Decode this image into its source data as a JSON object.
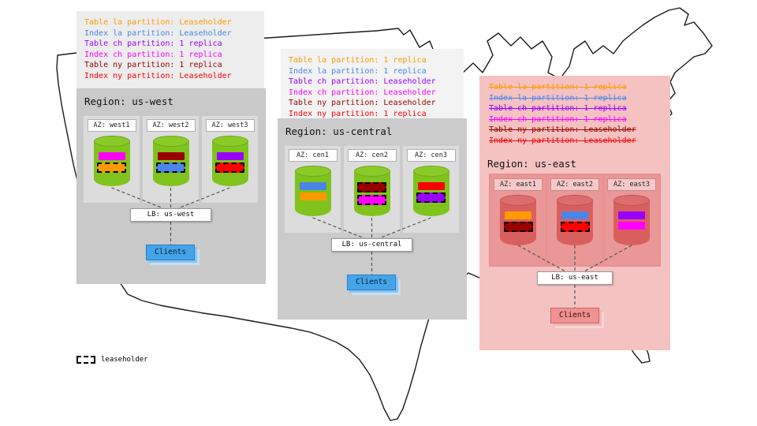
{
  "map": {
    "name": "united-states-outline"
  },
  "colors": {
    "orange": "#ff9900",
    "blue": "#4a86e8",
    "purple": "#9900ff",
    "magenta": "#ff00ff",
    "darkred": "#990000",
    "red": "#ff0000",
    "region_gray": "#c9c9c9",
    "az_gray": "#dcdcdc",
    "cylinder_green": "#7fc31c",
    "region_pink": "#f5c2c2",
    "az_pink": "#ea9797",
    "cylinder_red": "#d95f5f",
    "clients_blue": "#45a3e8",
    "clients_pink": "#ef9292"
  },
  "legend_boxes": {
    "us_west": {
      "lines": [
        {
          "text": "Table la partition: Leaseholder",
          "cls": "c-orange"
        },
        {
          "text": "Index la partition: Leaseholder",
          "cls": "c-blue"
        },
        {
          "text": "Table ch partition: 1 replica",
          "cls": "c-purple"
        },
        {
          "text": "Index ch partition: 1 replica",
          "cls": "c-magenta"
        },
        {
          "text": "Table ny partition: 1 replica",
          "cls": "c-darkred"
        },
        {
          "text": "Index ny partition: Leaseholder",
          "cls": "c-red"
        }
      ]
    },
    "us_central": {
      "lines": [
        {
          "text": "Table la partition: 1 replica",
          "cls": "c-orange"
        },
        {
          "text": "Index la partition: 1 replica",
          "cls": "c-blue"
        },
        {
          "text": "Table ch partition: Leaseholder",
          "cls": "c-purple"
        },
        {
          "text": "Index ch partition: Leaseholder",
          "cls": "c-magenta"
        },
        {
          "text": "Table ny partition: Leaseholder",
          "cls": "c-darkred"
        },
        {
          "text": "Index ny partition: 1 replica",
          "cls": "c-red"
        }
      ]
    },
    "us_east": {
      "lines": [
        {
          "text": "Table la partition: 1 replica",
          "cls": "c-orange strike"
        },
        {
          "text": "Index la partition: 1 replica",
          "cls": "c-blue strike"
        },
        {
          "text": "Table ch partition: 1 replica",
          "cls": "c-purple strike"
        },
        {
          "text": "Index ch partition: 1 replica",
          "cls": "c-magenta strike"
        },
        {
          "text": "Table ny partition: Leaseholder",
          "cls": "c-darkred strike"
        },
        {
          "text": "Index ny partition: Leaseholder",
          "cls": "c-red strike"
        }
      ]
    }
  },
  "regions": [
    {
      "name": "us-west",
      "title": "Region: us-west",
      "lb": "LB: us-west",
      "clients": "Clients",
      "azs": [
        {
          "label": "AZ: west1",
          "bars": [
            {
              "color": "magenta",
              "leaseholder": false,
              "cls": "b-magenta"
            },
            {
              "color": "orange",
              "leaseholder": true,
              "cls": "b-orange lease"
            }
          ]
        },
        {
          "label": "AZ: west2",
          "bars": [
            {
              "color": "darkred",
              "leaseholder": false,
              "cls": "b-darkred"
            },
            {
              "color": "blue",
              "leaseholder": true,
              "cls": "b-blue lease"
            }
          ]
        },
        {
          "label": "AZ: west3",
          "bars": [
            {
              "color": "purple",
              "leaseholder": false,
              "cls": "b-purple"
            },
            {
              "color": "red",
              "leaseholder": true,
              "cls": "b-red lease"
            }
          ]
        }
      ]
    },
    {
      "name": "us-central",
      "title": "Region: us-central",
      "lb": "LB: us-central",
      "clients": "Clients",
      "azs": [
        {
          "label": "AZ: cen1",
          "bars": [
            {
              "color": "blue",
              "leaseholder": false,
              "cls": "b-blue"
            },
            {
              "color": "orange",
              "leaseholder": false,
              "cls": "b-orange"
            }
          ]
        },
        {
          "label": "AZ: cen2",
          "bars": [
            {
              "color": "darkred",
              "leaseholder": true,
              "cls": "b-darkred lease"
            },
            {
              "color": "magenta",
              "leaseholder": true,
              "cls": "b-magenta lease"
            }
          ]
        },
        {
          "label": "AZ: cen3",
          "bars": [
            {
              "color": "red",
              "leaseholder": false,
              "cls": "b-red"
            },
            {
              "color": "purple",
              "leaseholder": true,
              "cls": "b-purple lease"
            }
          ]
        }
      ]
    },
    {
      "name": "us-east",
      "title": "Region: us-east",
      "lb": "LB: us-east",
      "clients": "Clients",
      "azs": [
        {
          "label": "AZ: east1",
          "bars": [
            {
              "color": "orange",
              "leaseholder": false,
              "cls": "b-orange"
            },
            {
              "color": "darkred",
              "leaseholder": true,
              "cls": "b-darkred lease"
            }
          ]
        },
        {
          "label": "AZ: east2",
          "bars": [
            {
              "color": "blue",
              "leaseholder": false,
              "cls": "b-blue"
            },
            {
              "color": "red",
              "leaseholder": true,
              "cls": "b-red lease"
            }
          ]
        },
        {
          "label": "AZ: east3",
          "bars": [
            {
              "color": "purple",
              "leaseholder": false,
              "cls": "b-purple"
            },
            {
              "color": "magenta",
              "leaseholder": false,
              "cls": "b-magenta"
            }
          ]
        }
      ]
    }
  ],
  "footer_legend": {
    "label": "leaseholder"
  }
}
